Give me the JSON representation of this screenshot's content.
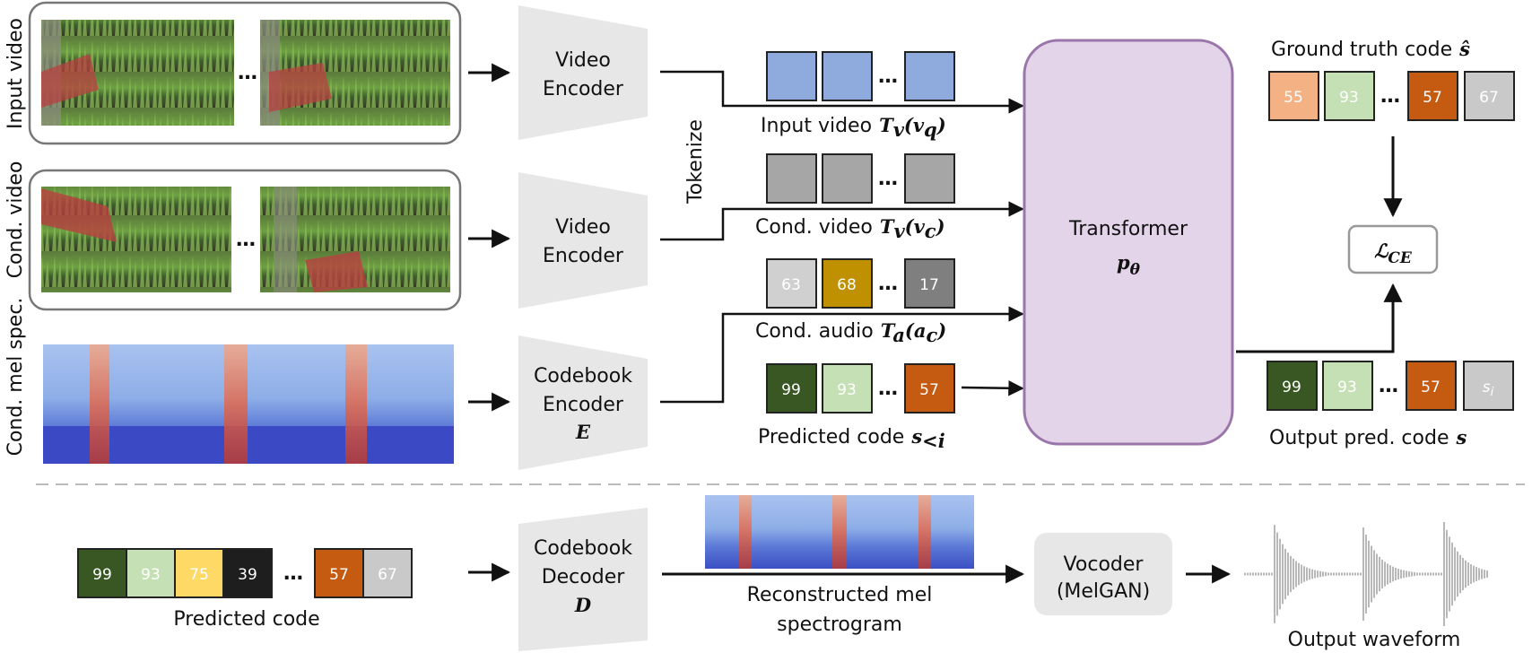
{
  "rows": {
    "input_video": "Input video",
    "cond_video": "Cond. video",
    "cond_mel": "Cond. mel spec."
  },
  "encoders": {
    "video_encoder_line1": "Video",
    "video_encoder_line2": "Encoder",
    "codebook_encoder_line1": "Codebook",
    "codebook_encoder_line2": "Encoder",
    "codebook_encoder_symbol": "E",
    "codebook_decoder_line1": "Codebook",
    "codebook_decoder_line2": "Decoder",
    "codebook_decoder_symbol": "D"
  },
  "tokenize": "Tokenize",
  "tokens": {
    "input_video_label": "Input video",
    "input_video_math": "T",
    "input_video_math_sub": "v",
    "input_video_math_arg": "(v",
    "input_video_math_arg_sub": "q",
    "cond_video_label": "Cond. video",
    "cond_video_math_sub": "v",
    "cond_video_math_arg_sub": "c",
    "cond_audio_label": "Cond. audio",
    "cond_audio_math_sub": "a",
    "cond_audio_math_arg": "(a",
    "cond_audio_math_arg_sub": "c",
    "cond_audio_codes": [
      "63",
      "68",
      "17"
    ],
    "predicted_label": "Predicted code",
    "predicted_math": "s",
    "predicted_math_sub": "<i",
    "predicted_codes": [
      "99",
      "93",
      "57"
    ]
  },
  "transformer": {
    "label": "Transformer",
    "symbol": "p",
    "symbol_sub": "θ"
  },
  "ground_truth": {
    "label": "Ground truth code",
    "symbol": "ŝ",
    "codes": [
      "55",
      "93",
      "57",
      "67"
    ]
  },
  "loss": {
    "symbol": "ℒ",
    "sub": "CE"
  },
  "output_pred": {
    "label": "Output pred. code",
    "symbol": "s",
    "codes": [
      "99",
      "93",
      "57"
    ],
    "last_code": "s",
    "last_code_sub": "i"
  },
  "bottom": {
    "predicted_codes": [
      "99",
      "93",
      "75",
      "39",
      "57",
      "67"
    ],
    "predicted_label": "Predicted code",
    "reconstructed_line1": "Reconstructed mel",
    "reconstructed_line2": "spectrogram",
    "vocoder": "Vocoder",
    "vocoder_sub": "(MelGAN)",
    "waveform_label": "Output waveform"
  },
  "ellipsis": "…",
  "colors": {
    "video_token": "#8fabdd",
    "cond_video_token": "#a6a6a6",
    "transformer_fill": "#e4d4ea",
    "transformer_stroke": "#9b76aa",
    "code_99": "#385723",
    "code_93": "#c5e0b4",
    "code_57": "#c55a11",
    "code_67": "#c9c9c9",
    "code_55": "#f4b183",
    "code_63": "#d0d0d0",
    "code_68": "#bf9000",
    "code_17": "#7f7f7f",
    "code_75": "#ffd966",
    "code_39": "#1e1e1e",
    "encoder_fill": "#e7e7e7"
  }
}
